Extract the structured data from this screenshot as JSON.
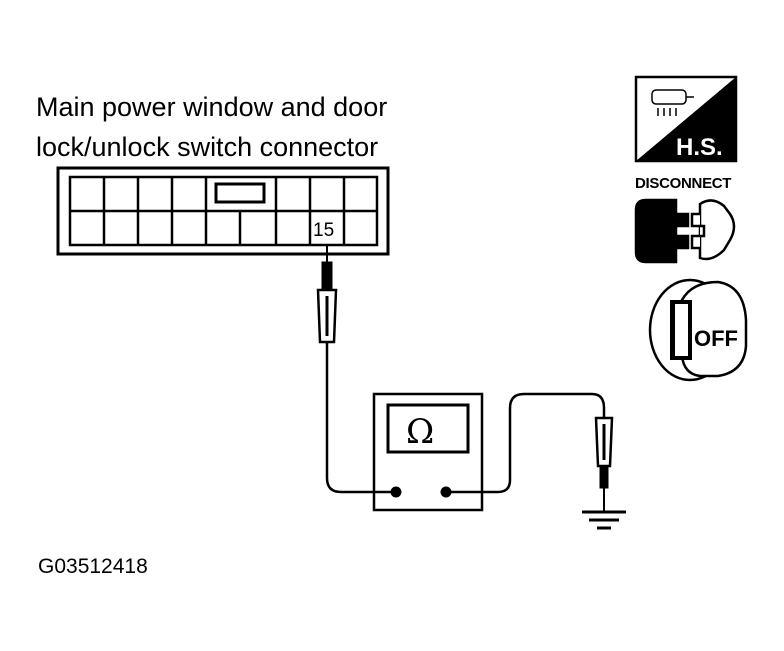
{
  "diagram": {
    "title_line1": "Main power window and door",
    "title_line2": "lock/unlock switch connector",
    "pin_number": "15",
    "meter_symbol": "Ω",
    "figure_code": "G03512418"
  },
  "icons": {
    "hs_label": "H.S.",
    "disconnect_label": "DISCONNECT",
    "ignition_label": "OFF"
  }
}
